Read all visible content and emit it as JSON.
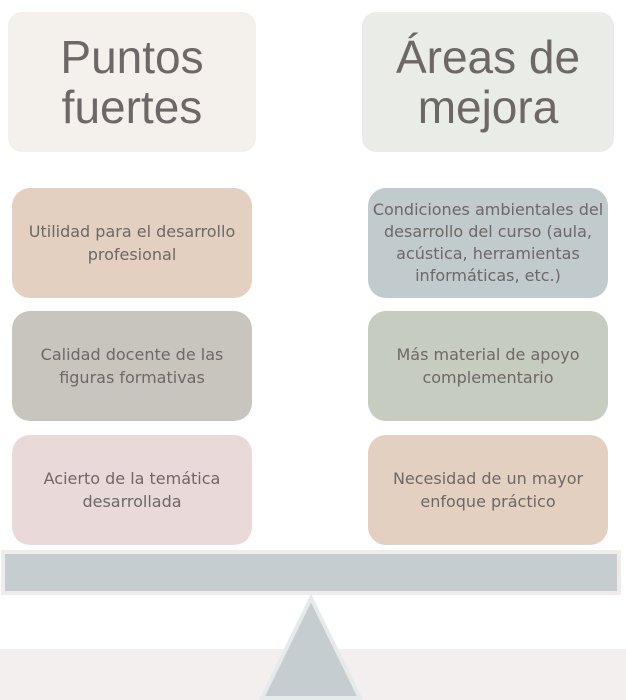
{
  "left": {
    "title": "Puntos fuertes",
    "items": [
      "Utilidad para el desarrollo profesional",
      "Calidad docente de las figuras formativas",
      "Acierto de la temática desarrollada"
    ]
  },
  "right": {
    "title": "Áreas de mejora",
    "items": [
      "Condiciones ambientales del desarrollo del curso (aula, acústica, herramientas informáticas, etc.)",
      "Más material de apoyo complementario",
      "Necesidad de un mayor enfoque práctico"
    ]
  },
  "colors": {
    "left_header": "#f4f0ec",
    "right_header": "#e9ece7",
    "box_tan": "#e3d0c1",
    "box_grey": "#c8c5bf",
    "box_pink": "#ead9d9",
    "box_blue": "#c1cacd",
    "box_green": "#c6ccc0",
    "beam": "#c5cdd0"
  }
}
